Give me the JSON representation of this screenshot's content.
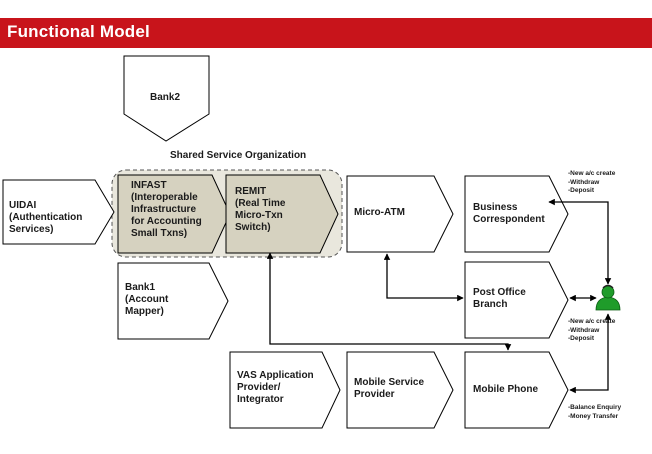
{
  "header": {
    "title": "Functional Model"
  },
  "nodes": {
    "bank2": "Bank2",
    "shared_service_org": "Shared Service Organization",
    "uidai": [
      "UIDAI",
      "(Authentication",
      "Services)"
    ],
    "infast": [
      "INFAST",
      "(Interoperable",
      "Infrastructure",
      "for Accounting",
      "Small Txns)"
    ],
    "remit": [
      "REMIT",
      "(Real Time",
      "Micro-Txn",
      "Switch)"
    ],
    "micro_atm": "Micro-ATM",
    "business_correspondent": [
      "Business",
      "Correspondent"
    ],
    "bank1": [
      "Bank1",
      "(Account",
      "Mapper)"
    ],
    "post_office_branch": [
      "Post Office",
      "Branch"
    ],
    "vas_provider": [
      "VAS Application",
      "Provider/",
      "Integrator"
    ],
    "mobile_service_provider": [
      "Mobile Service",
      "Provider"
    ],
    "mobile_phone": "Mobile Phone"
  },
  "annotations": {
    "business_correspondent": [
      "-New a/c create",
      "-Withdraw",
      "-Deposit"
    ],
    "post_office_branch": [
      "-New a/c create",
      "-Withdraw",
      "-Deposit"
    ],
    "mobile_phone": [
      "-Balance Enquiry",
      "-Money Transfer"
    ]
  },
  "icons": {
    "user": "user-icon"
  },
  "colors": {
    "banner": "#c8141b",
    "shared_fill": "#d6d2c0",
    "user_icon": "#1f9c2a"
  }
}
